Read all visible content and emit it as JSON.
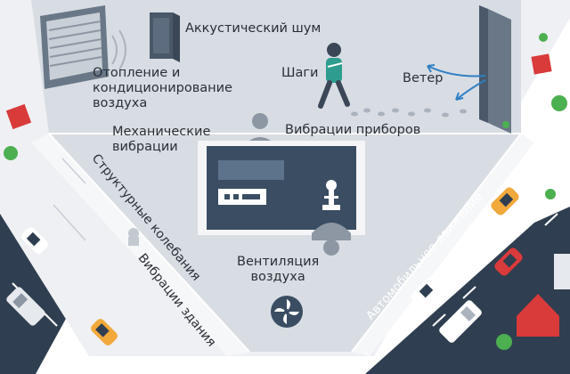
{
  "labels": {
    "acoustic_noise": "Аккустический шум",
    "heating_ac": "Отопление и\nкондиционирование\nвоздуха",
    "footsteps": "Шаги",
    "wind": "Ветер",
    "mechanical_vibrations": "Механические\nвибрации",
    "instrument_vibrations": "Вибрации приборов",
    "structural_oscillations": "Структурные колебания",
    "building_vibrations": "Вибрации здания",
    "air_ventilation": "Вентиляция\nвоздуха",
    "road_traffic": "Автомобильное движение"
  },
  "colors": {
    "floor": "#d8dde3",
    "wall": "#eef0f3",
    "road": "#2f3e50",
    "lane_marking": "#ffffff",
    "grass": "#ffffff",
    "lab_table": "#3a4d63",
    "accent_wind": "#2f7fc4",
    "text": "#2a2f36"
  },
  "icons": [
    "air-vent-icon",
    "server-cabinet-icon",
    "walking-person-icon",
    "footprints-icon",
    "wind-arrows-icon",
    "technician-icon",
    "microscope-icon",
    "fan-icon",
    "car-icon",
    "bus-icon",
    "house-icon",
    "tree-icon",
    "door-icon"
  ]
}
